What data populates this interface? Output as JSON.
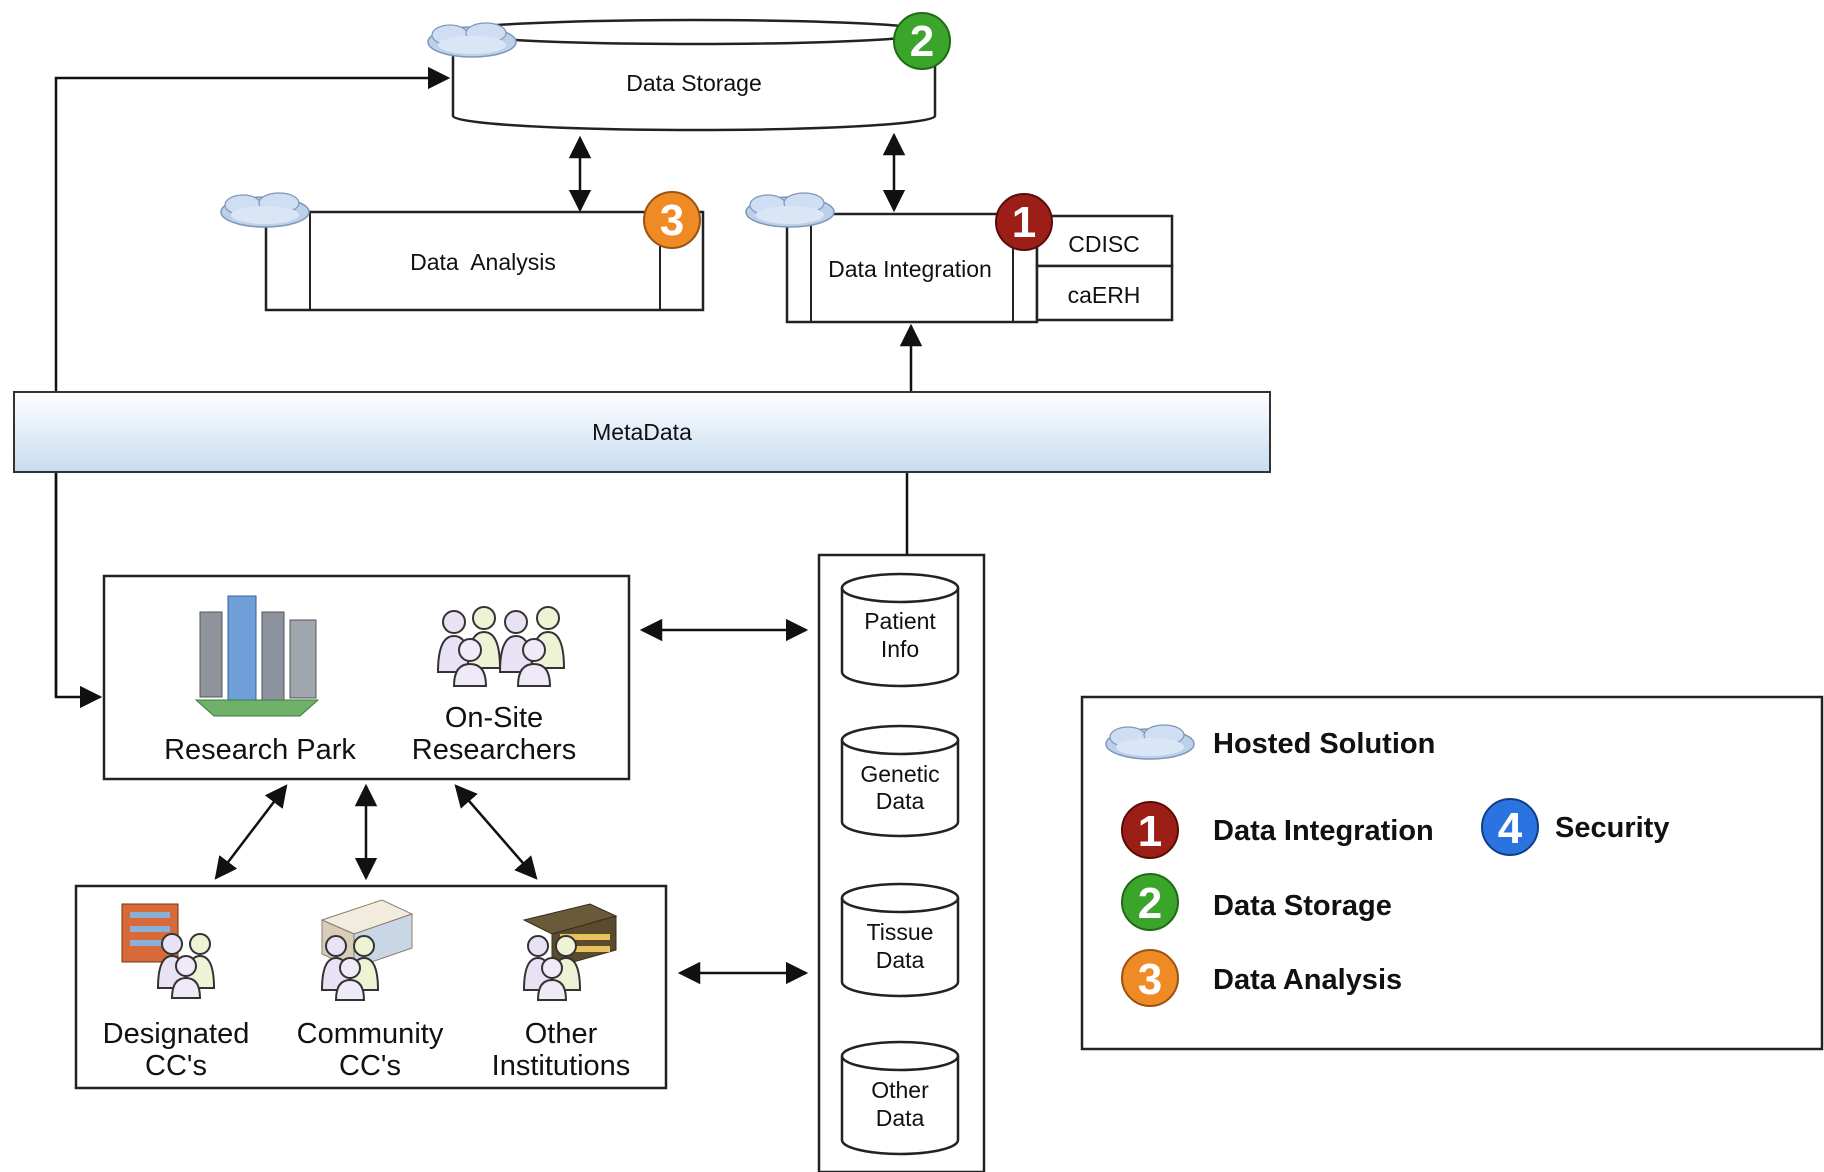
{
  "components": {
    "data_storage": "Data Storage",
    "data_analysis": "Data  Analysis",
    "data_integration": "Data Integration",
    "cdisc": "CDISC",
    "caerh": "caERH",
    "metadata": "MetaData"
  },
  "top_groups": {
    "research_park": "Research Park",
    "onsite_line1": "On-Site",
    "onsite_line2": "Researchers"
  },
  "bottom_groups": {
    "designated_line1": "Designated",
    "designated_line2": "CC's",
    "community_line1": "Community",
    "community_line2": "CC's",
    "other_line1": "Other",
    "other_line2": "Institutions"
  },
  "data_sources": [
    {
      "line1": "Patient",
      "line2": "Info"
    },
    {
      "line1": "Genetic",
      "line2": "Data"
    },
    {
      "line1": "Tissue",
      "line2": "Data"
    },
    {
      "line1": "Other",
      "line2": "Data"
    }
  ],
  "badges": {
    "integration": "1",
    "storage": "2",
    "analysis": "3",
    "security": "4"
  },
  "legend": {
    "hosted_solution": "Hosted Solution",
    "data_integration": "Data Integration",
    "data_storage": "Data Storage",
    "data_analysis": "Data Analysis",
    "security": "Security"
  },
  "colors": {
    "integration": "#9c1f17",
    "storage": "#3aa52a",
    "analysis": "#f08a24",
    "security": "#2a73e0",
    "metadata_bar": "#d6e7f6",
    "cloud": "#bcd0ea"
  }
}
